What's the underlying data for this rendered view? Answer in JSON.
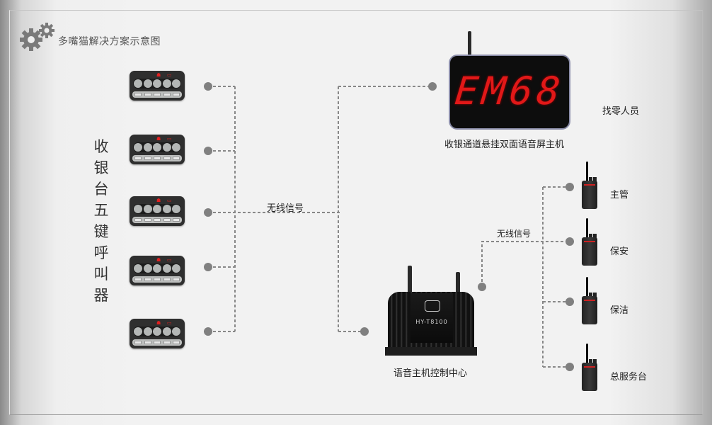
{
  "title": "多嘴猫解决方案示意图",
  "title_icon": "gears-icon",
  "left_label_chars": [
    "收",
    "银",
    "台",
    "五",
    "键",
    "呼",
    "叫",
    "器"
  ],
  "keypads": [
    {
      "name": "keypad-1"
    },
    {
      "name": "keypad-2"
    },
    {
      "name": "keypad-3"
    },
    {
      "name": "keypad-4"
    },
    {
      "name": "keypad-5"
    }
  ],
  "keypad_indicator_symbols": {
    "alarm": "☗",
    "status": "▭"
  },
  "wireless_signal_label_left": "无线信号",
  "wireless_signal_label_right": "无线信号",
  "display_device": {
    "digits": "EM68",
    "caption": "收银通道悬挂双面语音屏主机"
  },
  "change_staff_label": "找零人员",
  "controller": {
    "model": "HY-T8100",
    "caption": "语音主机控制中心"
  },
  "radios": [
    {
      "label": "主管"
    },
    {
      "label": "保安"
    },
    {
      "label": "保洁"
    },
    {
      "label": "总服务台"
    }
  ],
  "colors": {
    "display_digits": "#e11818",
    "connector_line": "#888888",
    "connector_dot": "#808080"
  }
}
